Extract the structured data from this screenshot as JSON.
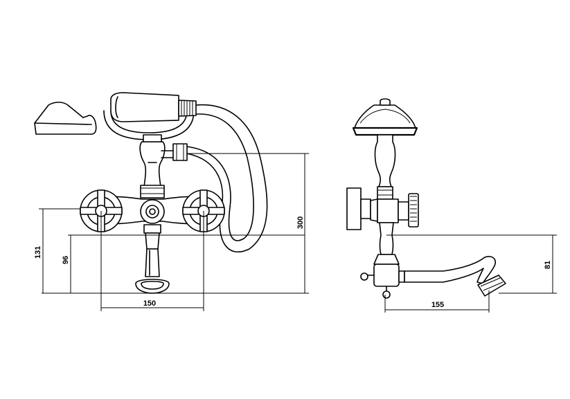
{
  "dimensions": {
    "front_height": "300",
    "front_side_height": "131",
    "front_outlet_height": "96",
    "front_width": "150",
    "side_depth": "155",
    "side_height": "81"
  }
}
